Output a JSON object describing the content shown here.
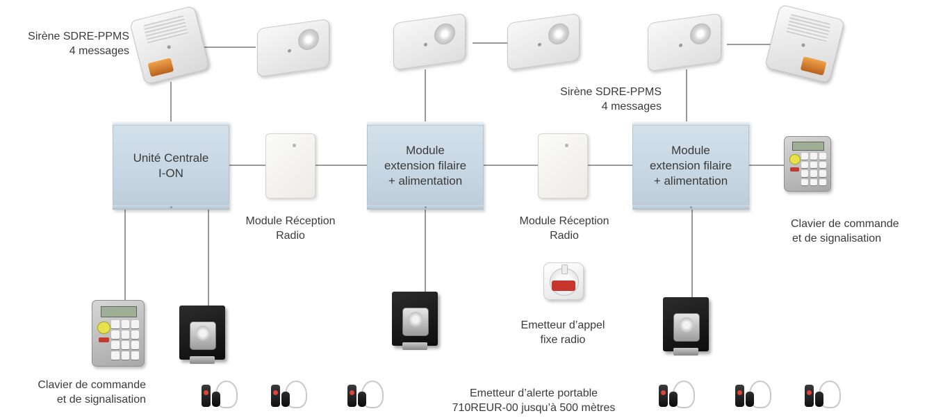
{
  "diagram": {
    "nodes": {
      "central_unit": {
        "lines": [
          "Unité Centrale",
          "I-ON"
        ]
      },
      "extension_1": {
        "lines": [
          "Module",
          "extension filaire",
          "+ alimentation"
        ]
      },
      "extension_2": {
        "lines": [
          "Module",
          "extension filaire",
          "+ alimentation"
        ]
      }
    },
    "labels": {
      "siren_1": [
        "Sirène SDRE-PPMS",
        "4 messages"
      ],
      "siren_2": [
        "Sirène SDRE-PPMS",
        "4 messages"
      ],
      "radio_receiver_1": [
        "Module Réception",
        "Radio"
      ],
      "radio_receiver_2": [
        "Module Réception",
        "Radio"
      ],
      "keypad_1": [
        "Clavier de commande",
        "et de signalisation"
      ],
      "keypad_2": [
        "Clavier de commande",
        "et de signalisation"
      ],
      "call_point": [
        "Emetteur d’appel",
        "fixe radio"
      ],
      "portable_transmitter": [
        "Emetteur d’alerte portable",
        "710REUR-00 jusqu’à 500 mètres"
      ]
    },
    "colors": {
      "cabinet": "#c7d7e3",
      "wire": "#333333",
      "text": "#3a3a3a",
      "strobe": "#e0892e",
      "alarm_red": "#c8342c"
    },
    "icons": {
      "outdoor_siren": "outdoor-siren-icon",
      "indoor_siren": "indoor-siren-icon",
      "radio_receiver": "radio-receiver-icon",
      "keypad": "keypad-icon",
      "card_reader": "card-reader-icon",
      "call_point": "call-point-icon",
      "pendant": "pendant-transmitter-icon"
    }
  }
}
